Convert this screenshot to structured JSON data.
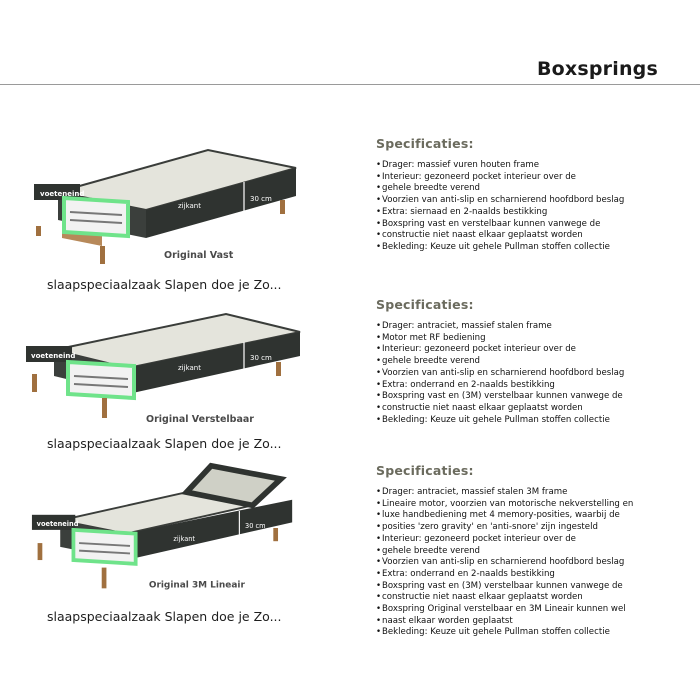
{
  "header": {
    "title": "Boxsprings"
  },
  "products": [
    {
      "caption": "slaapspeciaalzaak Slapen doe je Zo...",
      "image": {
        "name": "Original Vast",
        "end_label": "voeteneind",
        "side_label": "zijkant",
        "height_label": "30 cm",
        "icon": "boxspring-fixed-illustration"
      },
      "spec_heading": "Specificaties:",
      "specs": [
        "Drager: massief vuren houten frame",
        "Interieur: gezoneerd pocket interieur over de",
        "gehele breedte verend",
        "Voorzien van anti-slip en scharnierend hoofdbord beslag",
        "Extra: siernaad en 2-naalds bestikking",
        "Boxspring vast en verstelbaar kunnen vanwege de",
        "constructie niet naast elkaar geplaatst worden",
        "Bekleding: Keuze uit gehele Pullman stoffen collectie"
      ]
    },
    {
      "caption": "slaapspeciaalzaak Slapen doe je Zo...",
      "image": {
        "name": "Original Verstelbaar",
        "end_label": "voeteneind",
        "side_label": "zijkant",
        "height_label": "30 cm",
        "icon": "boxspring-adjustable-illustration"
      },
      "spec_heading": "Specificaties:",
      "specs": [
        "Drager: antraciet, massief stalen frame",
        "Motor met RF bediening",
        "Interieur: gezoneerd pocket interieur over de",
        "gehele breedte verend",
        "Voorzien van anti-slip en scharnierend hoofdbord beslag",
        "Extra: onderrand en 2-naalds bestikking",
        "Boxspring vast en (3M) verstelbaar kunnen vanwege de",
        "constructie niet naast elkaar geplaatst worden",
        "Bekleding: Keuze uit gehele Pullman stoffen collectie"
      ]
    },
    {
      "caption": "slaapspeciaalzaak Slapen doe je Zo...",
      "image": {
        "name": "Original 3M Lineair",
        "end_label": "voeteneind",
        "side_label": "zijkant",
        "height_label": "30 cm",
        "icon": "boxspring-3m-lineair-illustration"
      },
      "spec_heading": "Specificaties:",
      "specs": [
        "Drager: antraciet, massief stalen 3M frame",
        "Lineaire motor, voorzien van motorische nekverstelling en",
        "luxe handbediening met 4 memory-posities, waarbij de",
        "posities 'zero gravity' en 'anti-snore' zijn ingesteld",
        "Interieur: gezoneerd pocket interieur over de",
        "gehele breedte verend",
        "Voorzien van anti-slip en scharnierend hoofdbord beslag",
        "Extra: onderrand en 2-naalds bestikking",
        "Boxspring vast en (3M) verstelbaar kunnen vanwege de",
        "constructie niet naast elkaar geplaatst worden",
        "Boxspring Original verstelbaar en 3M Lineair kunnen wel",
        "naast elkaar worden geplaatst",
        "Bekleding: Keuze uit gehele Pullman stoffen collectie"
      ]
    }
  ]
}
